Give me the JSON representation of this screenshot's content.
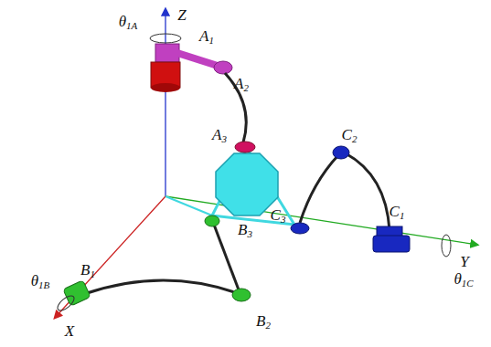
{
  "diagram": {
    "labels": [
      "θ1A",
      "Z",
      "A1",
      "A2",
      "A3",
      "C2",
      "C1",
      "C3",
      "Y",
      "θ1C",
      "B3",
      "B1",
      "θ1B",
      "X",
      "B2"
    ]
  }
}
